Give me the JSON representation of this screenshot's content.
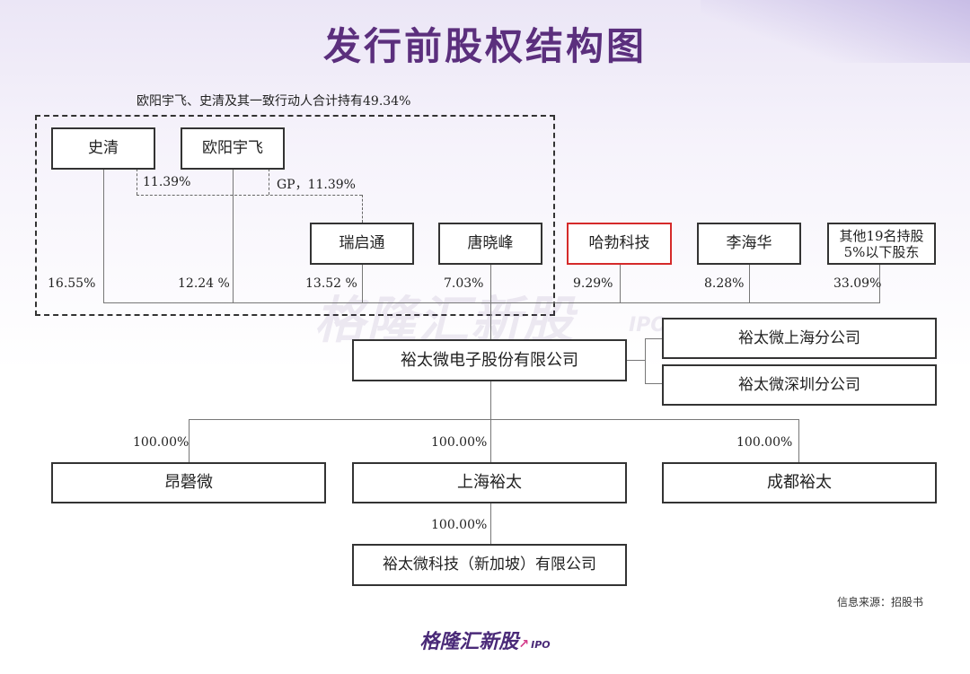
{
  "title": "发行前股权结构图",
  "group_label": "欧阳宇飞、史清及其一致行动人合计持有49.34%",
  "shareholders": {
    "shi_qing": "史清",
    "ouyang_yufei": "欧阳宇飞",
    "ruiqitong": "瑞启通",
    "tang_xiaofeng": "唐晓峰",
    "habo": "哈勃科技",
    "li_haihua": "李海华",
    "others_line1": "其他19名持股",
    "others_line2": "5%以下股东"
  },
  "inner_links": {
    "shi_to_rui": "11.39%",
    "ouyang_to_rui": "GP，11.39%"
  },
  "stakes": {
    "shi_qing": "16.55%",
    "ouyang_yufei": "12.24 %",
    "ruiqitong": "13.52 %",
    "tang_xiaofeng": "7.03%",
    "habo": "9.29%",
    "li_haihua": "8.28%",
    "others": "33.09%"
  },
  "company": "裕太微电子股份有限公司",
  "branches": [
    "裕太微上海分公司",
    "裕太微深圳分公司"
  ],
  "subsidiaries": {
    "angqingwei": {
      "name": "昂磬微",
      "pct": "100.00%"
    },
    "shanghai_yutai": {
      "name": "上海裕太",
      "pct": "100.00%"
    },
    "chengdu_yutai": {
      "name": "成都裕太",
      "pct": "100.00%"
    }
  },
  "sub_subsidiary": {
    "name": "裕太微科技（新加坡）有限公司",
    "pct": "100.00%"
  },
  "watermark": {
    "main": "格隆汇新股",
    "sub": "IPO"
  },
  "source": "信息来源：招股书",
  "brand": {
    "main": "格隆汇新股",
    "sub": "IPO"
  },
  "colors": {
    "title": "#5b2f7d",
    "highlight_border": "#d52a2a",
    "brand": "#4a2a78"
  }
}
